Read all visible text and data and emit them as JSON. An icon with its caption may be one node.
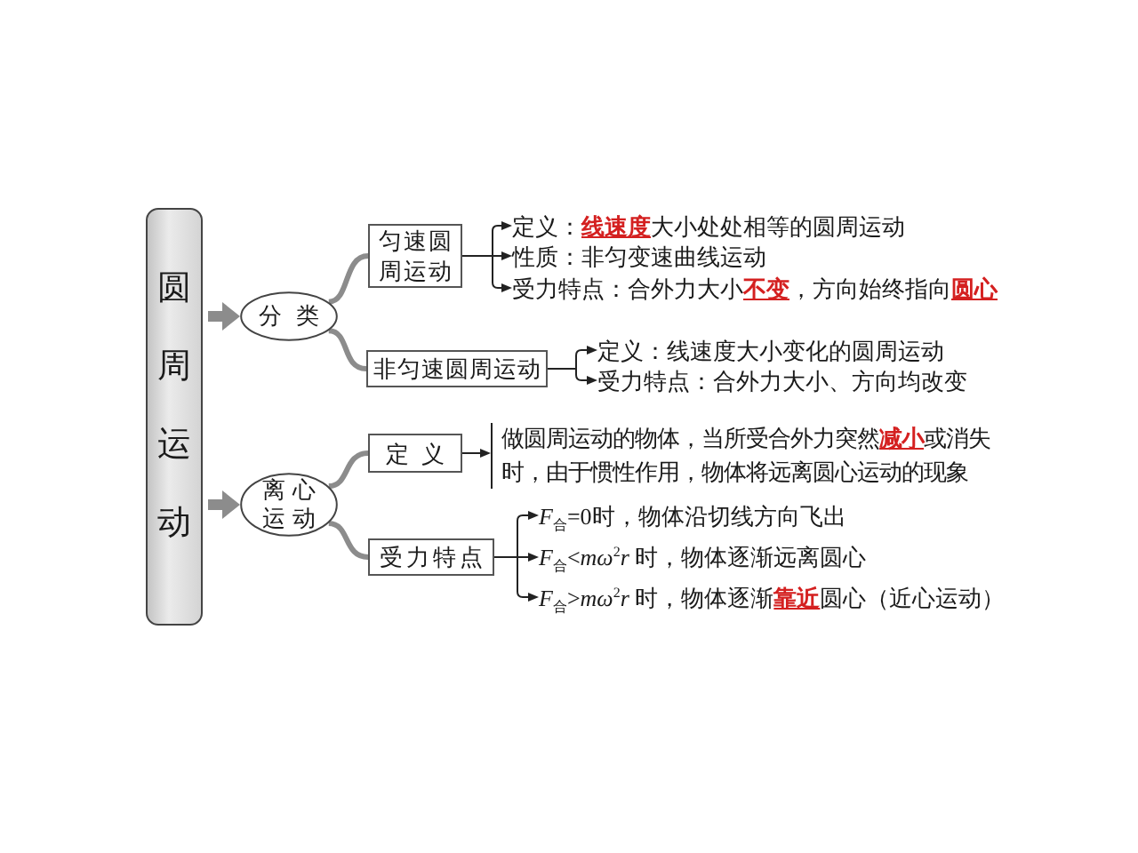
{
  "diagram": {
    "nodes": [
      {
        "text": [
          "圆周运动"
        ]
      },
      {
        "text": [
          "分类"
        ]
      },
      {
        "text": [
          "匀速圆周运动"
        ]
      },
      {
        "text": [
          "定义：**线速度**大小处处相等的圆周运动"
        ]
      },
      {
        "text": [
          "性质：非匀变速曲线运动"
        ]
      },
      {
        "text": [
          "受力特点：合外力大小**不变**，方向始终指向**圆心**"
        ]
      },
      {
        "text": [
          "非匀速圆周运动"
        ]
      },
      {
        "text": [
          "定义：线速度大小变化的圆周运动"
        ]
      },
      {
        "text": [
          "受力特点：合外力大小、方向均改变"
        ]
      },
      {
        "text": [
          "离心运动"
        ]
      },
      {
        "text": [
          "定义"
        ]
      },
      {
        "text": [
          "做圆周运动的物体，当所受合外力突然**减小**或消失时，由于惯性作用，物体将远离圆心运动的现象"
        ]
      },
      {
        "text": [
          "受力特点"
        ]
      },
      {
        "text": [
          "*F*$_{合}$=0时，物体沿切线方向飞出"
        ]
      },
      {
        "text": [
          "*F*$_{合}$<*mω*$^{2}$*r* 时，物体逐渐远离圆心"
        ]
      },
      {
        "text": [
          "*F*$_{合}$>*mω*$^{2}$*r* 时，物体逐渐**靠近**圆心（近心运动）"
        ]
      }
    ],
    "edges": [
      {
        "from": 0,
        "to": 1,
        "arrow": "to",
        "style": "thick",
        "color": "#8c8c8c"
      },
      {
        "from": 0,
        "to": 9,
        "arrow": "to",
        "style": "thick",
        "color": "#8c8c8c"
      },
      {
        "from": 1,
        "to": 2,
        "arrow": "none",
        "style": "thick",
        "color": "#8c8c8c"
      },
      {
        "from": 1,
        "to": 6,
        "arrow": "none",
        "style": "thick",
        "color": "#8c8c8c"
      },
      {
        "from": 2,
        "to": 3,
        "arrow": "to"
      },
      {
        "from": 2,
        "to": 4,
        "arrow": "to"
      },
      {
        "from": 2,
        "to": 5,
        "arrow": "to"
      },
      {
        "from": 6,
        "to": 7,
        "arrow": "to"
      },
      {
        "from": 6,
        "to": 8,
        "arrow": "to"
      },
      {
        "from": 9,
        "to": 10,
        "arrow": "none",
        "style": "thick",
        "color": "#8c8c8c"
      },
      {
        "from": 9,
        "to": 12,
        "arrow": "none",
        "style": "thick",
        "color": "#8c8c8c"
      },
      {
        "from": 10,
        "to": 11,
        "arrow": "to"
      },
      {
        "from": 12,
        "to": 13,
        "arrow": "to"
      },
      {
        "from": 12,
        "to": 14,
        "arrow": "to"
      },
      {
        "from": 12,
        "to": 15,
        "arrow": "to"
      }
    ]
  }
}
